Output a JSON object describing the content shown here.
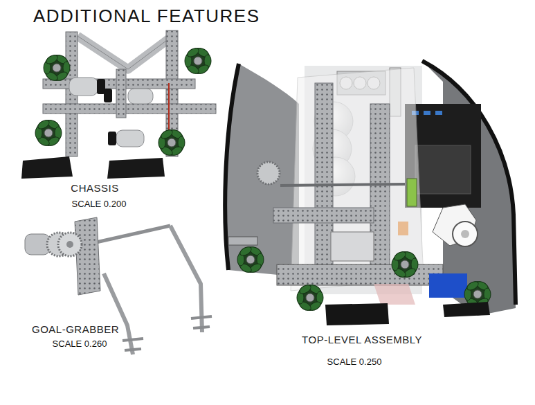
{
  "diagram": {
    "title": "ADDITIONAL FEATURES",
    "labels": [
      "CHASSIS",
      "SCALE 0.200",
      "GOAL-GRABBER",
      "SCALE 0.260",
      "TOP-LEVEL ASSEMBLY",
      "SCALE 0.250"
    ]
  }
}
